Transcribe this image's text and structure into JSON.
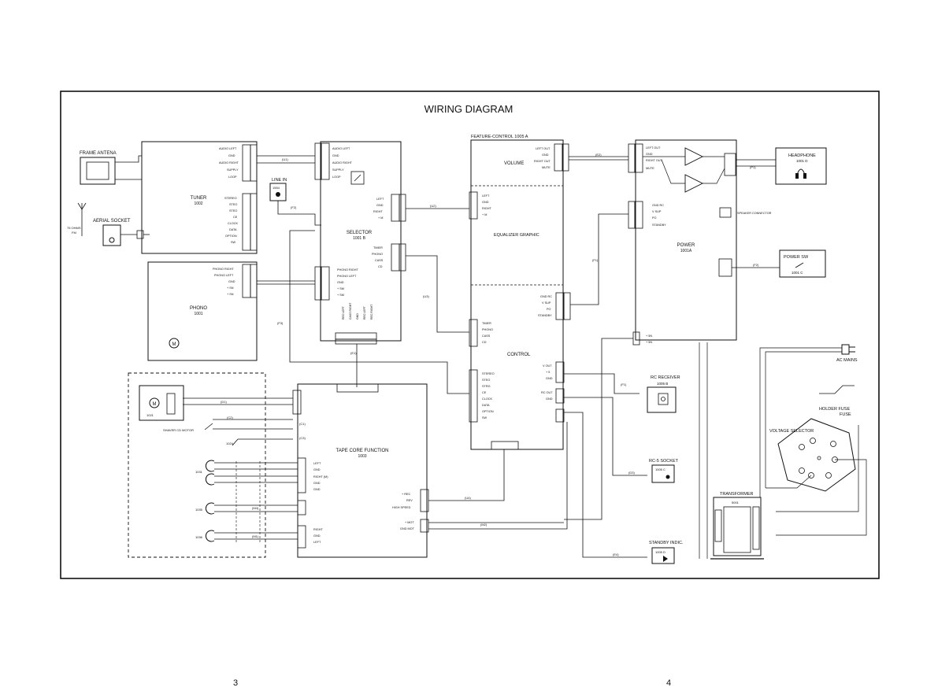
{
  "title": "WIRING DIAGRAM",
  "page_numbers": [
    "3",
    "4"
  ],
  "blocks": {
    "frame_antenna": "FRAME ANTENA",
    "aerial_socket": "AERIAL SOCKET",
    "aerial_75ohm": "75 OHMS",
    "aerial_fm": "FM",
    "tuner": "TUNER",
    "tuner_id": "1002",
    "phono": "PHONO",
    "phono_id": "1001",
    "line_in": "LINE IN",
    "line_in_id": "1554",
    "selector": "SELECTOR",
    "selector_id": "1001 B",
    "feature_control": "FEATURE-CONTROL 1005 A",
    "volume": "VOLUME",
    "equalizer": "EQUALIZER GRAPHIC",
    "control": "CONTROL",
    "power": "POWER",
    "power_id": "1001A",
    "headphone": "HEADPHONE",
    "headphone_id": "1001 D",
    "speaker_connector": "SPEAKER CONNECTOR",
    "power_sw": "POWER SW",
    "power_sw_id": "1001 C",
    "ac_mains": "AC MAINS",
    "rc_receiver": "RC RECEIVER",
    "rc_receiver_id": "1005 B",
    "holder_fuse": "HOLDER FUSE",
    "fuse": "FUSE",
    "voltage_selector": "VOLTAGE SELECTOR",
    "rc5_socket": "RC-5 SOCKET",
    "rc5_socket_id": "1005 C",
    "transformer": "TRANSFORMER",
    "transformer_id": "5001",
    "standby_indic": "STANDBY INDIC.",
    "standby_id": "1005 D",
    "tape_core": "TAPE CORE FUNCTION",
    "tape_core_id": "1003",
    "shaver_motor": "SHAVER CD MOTOR"
  },
  "tuner_pins": [
    "AUDIO LEFT",
    "GND",
    "AUDIO RIGHT",
    "SUPPLY",
    "LOOP"
  ],
  "tuner_pins2": [
    "STEREO",
    "STEO",
    "STEO",
    "CE",
    "CLOCK",
    "DATA",
    "OPTION",
    "SW"
  ],
  "selector_pins": [
    "AUDIO LEFT",
    "GND",
    "AUDIO RIGHT",
    "SUPPLY",
    "LOOP"
  ],
  "selector_right_pins": [
    "LEFT",
    "GND",
    "RIGHT",
    "+ M"
  ],
  "selector_right_pins2": [
    "TIMER",
    "PHONO",
    "CASS",
    "CD"
  ],
  "phono_pins": [
    "PHONO RIGHT",
    "PHONO LEFT",
    "GND",
    "+ SN",
    "+ SN"
  ],
  "selector_phono_pins": [
    "PHONO RIGHT",
    "PHONO LEFT",
    "GND",
    "+ SM",
    "+ SM"
  ],
  "selector_bottom_pins": [
    "REC LEFT",
    "CASS RIGHT",
    "GND",
    "REC LEFT",
    "REC RIGHT"
  ],
  "volume_pins": [
    "LEFT OUT",
    "GND",
    "RIGHT OUT",
    "MUTE"
  ],
  "eq_pins": [
    "LEFT",
    "GND",
    "RIGHT",
    "+ M"
  ],
  "control_pins_top": [
    "GND RC",
    "V SUP",
    "PO",
    "STANDBY"
  ],
  "control_pins_left": [
    "TIMER",
    "PHONO",
    "CASS",
    "CD"
  ],
  "control_pins_left2": [
    "STEREO",
    "STEO",
    "STRG",
    "CE",
    "CLOCK",
    "DATA",
    "OPTION",
    "SW"
  ],
  "control_pins_right": [
    "V OUT",
    "+ 5",
    "GND"
  ],
  "control_pins_right2": [
    "RC OUT",
    "GND"
  ],
  "power_pins_top": [
    "LEFT OUT",
    "GND",
    "RIGHT OUT",
    "MUTE"
  ],
  "power_pins_mid": [
    "GND RC",
    "V SUP",
    "PO",
    "STANDBY"
  ],
  "power_pins_bottom": [
    "+ 5N",
    "+ 5N"
  ],
  "tape_pins": [
    "LEFT",
    "GND",
    "RIGHT (M)",
    "GND",
    "GND"
  ],
  "tape_pins2": [
    "RIGHT",
    "GND",
    "LEFT"
  ],
  "tape_pins3": [
    "+ REC",
    "REV",
    "HIGH SPEED"
  ],
  "tape_pins4": [
    "+ MOT",
    "GND MOT"
  ],
  "wire_labels": [
    "(U1)",
    "(F2)",
    "(U2)",
    "(F3)",
    "(F1)",
    "(F4)",
    "(U3)",
    "(E2)",
    "(U4)",
    "(E1)",
    "(E3)",
    "(E4)",
    "(D3)",
    "(F1)",
    "(M1)",
    "(D1)",
    "(C1)",
    "(C2)",
    "(C3)",
    "(M2)",
    "(M4)",
    "(P1)",
    "(F2)"
  ],
  "motor_ids": [
    "1021",
    "1024",
    "1031",
    "1035",
    "1036"
  ]
}
